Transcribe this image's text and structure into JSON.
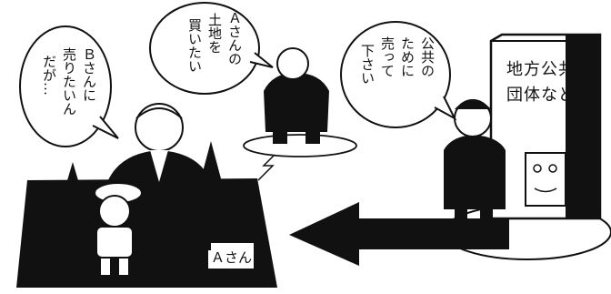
{
  "bubbles": {
    "seller": {
      "lines": [
        "Ｂさんに",
        "売りたいん",
        "だが…"
      ]
    },
    "buyer_b": {
      "lines": [
        "Ａさんの",
        "土地を",
        "買いたい"
      ]
    },
    "official": {
      "lines": [
        "公共の",
        "ために",
        "売って",
        "下さい"
      ]
    }
  },
  "sign": {
    "lines": [
      "地方公共",
      "団体など"
    ]
  },
  "land_label": "Ａさん",
  "colors": {
    "ink": "#111111",
    "paper": "#ffffff"
  }
}
